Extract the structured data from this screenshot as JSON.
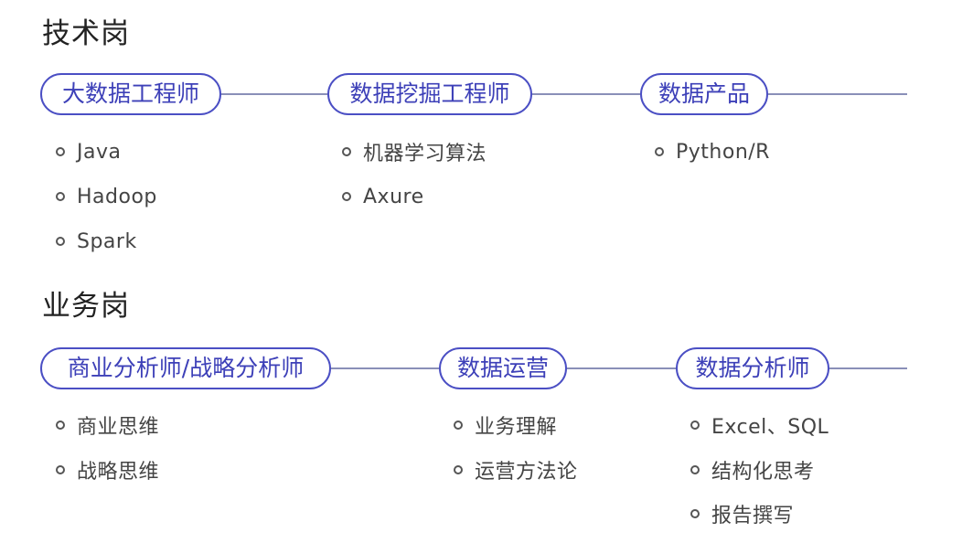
{
  "sections": [
    {
      "title": "技术岗",
      "roles": [
        {
          "label": "大数据工程师",
          "skills": [
            "Java",
            "Hadoop",
            "Spark"
          ]
        },
        {
          "label": "数据挖掘工程师",
          "skills": [
            "机器学习算法",
            "Axure"
          ]
        },
        {
          "label": "数据产品",
          "skills": [
            "Python/R"
          ]
        }
      ]
    },
    {
      "title": "业务岗",
      "roles": [
        {
          "label": "商业分析师/战略分析师",
          "skills": [
            "商业思维",
            "战略思维"
          ]
        },
        {
          "label": "数据运营",
          "skills": [
            "业务理解",
            "运营方法论"
          ]
        },
        {
          "label": "数据分析师",
          "skills": [
            "Excel、SQL",
            "结构化思考",
            "报告撰写"
          ]
        }
      ]
    }
  ],
  "colors": {
    "accent": "#4b4fc4",
    "accent_text": "#3d40b8",
    "connector": "#8a8fb8"
  }
}
